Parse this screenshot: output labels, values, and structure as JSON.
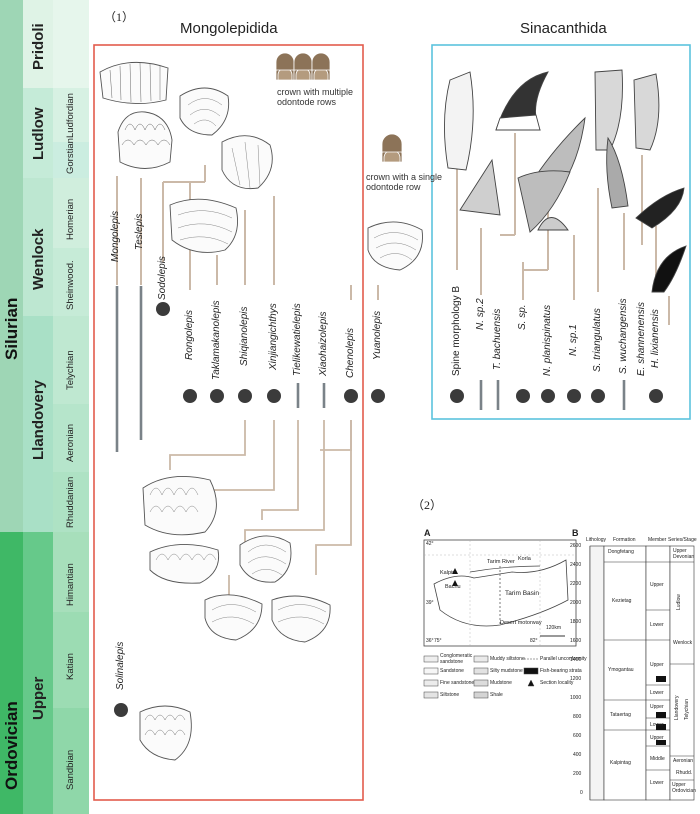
{
  "panel_labels": {
    "p1": "（1）",
    "p2": "（2）"
  },
  "group_titles": {
    "mongolepidida": "Mongolepidida",
    "sinacanthida": "Sinacanthida"
  },
  "timescale": {
    "periods": [
      "Silurian",
      "Ordovician"
    ],
    "epochs": [
      "Pridoli",
      "Ludlow",
      "Wenlock",
      "Llandovery",
      "Upper"
    ],
    "stages": [
      "Ludfordian",
      "Gorstian",
      "Homerian",
      "Sheinwood.",
      "Telychian",
      "Aeronian",
      "Rhuddanian",
      "Himantian",
      "Katian",
      "Sandbian"
    ]
  },
  "legend_notes": {
    "multi": "crown with multiple odontode rows",
    "single": "crown with a single odontode row"
  },
  "mongolepidida_taxa": [
    "Mongolepis",
    "Teslepis",
    "Sodolepis",
    "Rongolepis",
    "Taklamakanolepis",
    "Shiqianolepis",
    "Xinjiangichthys",
    "Tielikewatielepis",
    "Xiaohaizolepis",
    "Chenolepis",
    "Yuanolepis",
    "Solinalepis"
  ],
  "sinacanthida_taxa": [
    "Spine morphology B",
    "N. sp.2",
    "T. bachuensis",
    "S. sp.",
    "N. planispinatus",
    "N. sp.1",
    "S. triangulatus",
    "S. wuchangensis",
    "E. shannenensis",
    "H. lixianensis"
  ],
  "map": {
    "tag": "A",
    "places": [
      "Korla",
      "Tarim River",
      "Kalpin",
      "Bachu",
      "Tarim Basin",
      "Desert motorway"
    ],
    "scale": "120km",
    "coords": [
      "42°",
      "39°",
      "36°",
      "75°",
      "82°"
    ]
  },
  "map_legend": [
    "Conglomeratic sandstone",
    "Muddy siltstone",
    "Parallel unconformity",
    "Sandstone",
    "Silty mudstone",
    "Fish-bearing strata",
    "Fine sandstone",
    "Mudstone",
    "Section locality",
    "Siltstone",
    "Shale"
  ],
  "column": {
    "tag": "B",
    "headers": [
      "Lithology",
      "Formation",
      "Member",
      "Series/Stage"
    ],
    "depth_ticks": [
      "2600",
      "2400",
      "2200",
      "2000",
      "1800",
      "1600",
      "1400",
      "1200",
      "1000",
      "800",
      "600",
      "400",
      "200",
      "0"
    ],
    "formations": [
      "Dongfetang",
      "Kezietag",
      "Ymogantau",
      "Tataertag",
      "Kalpintag"
    ],
    "members": [
      "Upper",
      "Lower",
      "Upper",
      "Lower",
      "Upper",
      "Lower",
      "Upper",
      "Middle",
      "Lower"
    ],
    "series": [
      "Upper Devonian",
      "Ludlow",
      "Wenlock",
      "Llandovery",
      "Telychian",
      "Aeronian",
      "Rhudd.",
      "Upper Ordovician"
    ]
  }
}
